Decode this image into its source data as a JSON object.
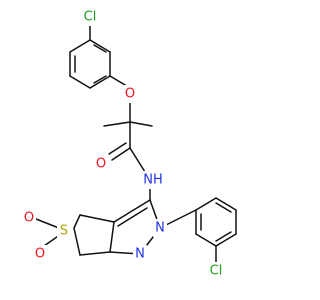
{
  "molecule": {
    "colors": {
      "carbon": "#111111",
      "chlorine": "#1e9d1e",
      "oxygen": "#e8141e",
      "nitrogen": "#2233e0",
      "sulfur": "#b3a400"
    },
    "atoms": {
      "cl_top": "Cl",
      "o_ether": "O",
      "o_carbonyl": "O",
      "nh": "NH",
      "n_ring": "N",
      "n_ring2": "N",
      "cl_right": "Cl",
      "s": "S",
      "o_s1": "O",
      "o_s2": "O"
    }
  }
}
